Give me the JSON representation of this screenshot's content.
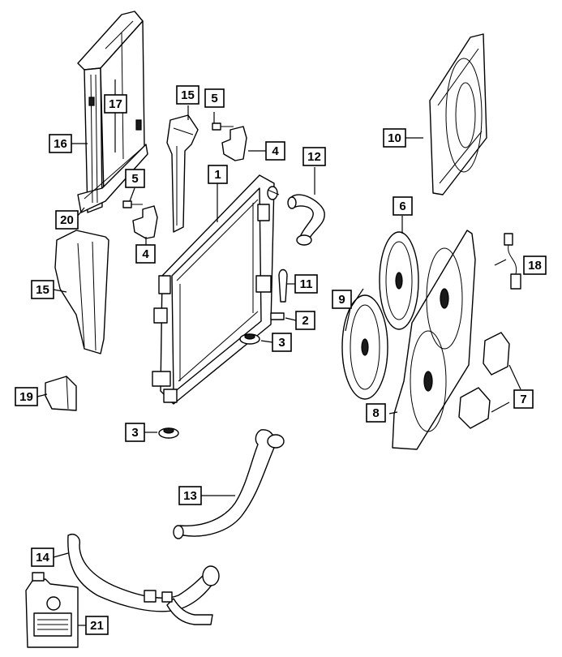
{
  "labels": [
    {
      "key": "l1",
      "text": "1"
    },
    {
      "key": "l2",
      "text": "2"
    },
    {
      "key": "l3a",
      "text": "3"
    },
    {
      "key": "l3b",
      "text": "3"
    },
    {
      "key": "l4a",
      "text": "4"
    },
    {
      "key": "l4b",
      "text": "4"
    },
    {
      "key": "l5a",
      "text": "5"
    },
    {
      "key": "l5b",
      "text": "5"
    },
    {
      "key": "l6",
      "text": "6"
    },
    {
      "key": "l7a",
      "text": "7"
    },
    {
      "key": "l7b",
      "text": "7"
    },
    {
      "key": "l8",
      "text": "8"
    },
    {
      "key": "l9",
      "text": "9"
    },
    {
      "key": "l10",
      "text": "10"
    },
    {
      "key": "l11",
      "text": "11"
    },
    {
      "key": "l12",
      "text": "12"
    },
    {
      "key": "l13",
      "text": "13"
    },
    {
      "key": "l14",
      "text": "14"
    },
    {
      "key": "l15a",
      "text": "15"
    },
    {
      "key": "l15b",
      "text": "15"
    },
    {
      "key": "l16",
      "text": "16"
    },
    {
      "key": "l17",
      "text": "17"
    },
    {
      "key": "l18",
      "text": "18"
    },
    {
      "key": "l19",
      "text": "19"
    },
    {
      "key": "l20",
      "text": "20"
    },
    {
      "key": "l21",
      "text": "21"
    }
  ]
}
